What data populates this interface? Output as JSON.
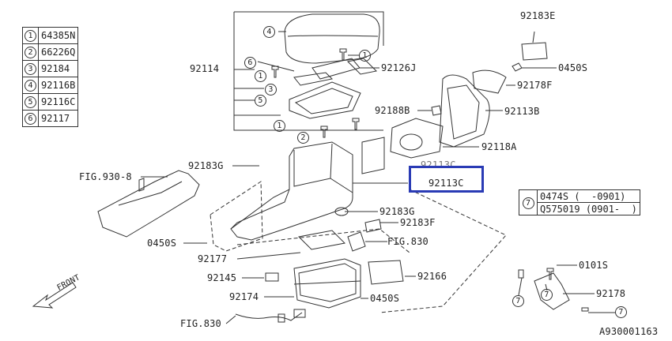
{
  "legend": [
    {
      "ref": "1",
      "part": "64385N"
    },
    {
      "ref": "2",
      "part": "66226Q"
    },
    {
      "ref": "3",
      "part": "92184"
    },
    {
      "ref": "4",
      "part": "92116B"
    },
    {
      "ref": "5",
      "part": "92116C"
    },
    {
      "ref": "6",
      "part": "92117"
    }
  ],
  "callouts": {
    "c1a": "1",
    "c1b": "1",
    "c1c": "1",
    "c2": "2",
    "c3": "3",
    "c4": "4",
    "c5": "5",
    "c6": "6",
    "c7a": "7",
    "c7b": "7",
    "c7c": "7",
    "c7d": "7"
  },
  "labels": {
    "p92183E": "92183E",
    "p0450S_top": "0450S",
    "p92178F": "92178F",
    "p92113B": "92113B",
    "p92118A": "92118A",
    "p92188B": "92188B",
    "p92126J": "92126J",
    "p92114": "92114",
    "p92183G_a": "92183G",
    "pFIG930": "FIG.930-8",
    "p92113C_hidden": "92113C",
    "p92113C": "92113C",
    "p92183G_b": "92183G",
    "p92183F": "92183F",
    "pFIG830_a": "FIG.830",
    "p0450S_left": "0450S",
    "p92177": "92177",
    "p92166": "92166",
    "p92145": "92145",
    "p92174": "92174",
    "p0450S_bot": "0450S",
    "pFIG830_b": "FIG.830",
    "p0101S": "0101S",
    "p92178": "92178",
    "front": "FRONT",
    "diagram_id": "A930001163"
  },
  "note": {
    "ref": "7",
    "rows": [
      {
        "part": "0474S",
        "range": "(  -0901)"
      },
      {
        "part": "Q575019",
        "range": "(0901-  )"
      }
    ]
  },
  "highlight_label": "92113C"
}
